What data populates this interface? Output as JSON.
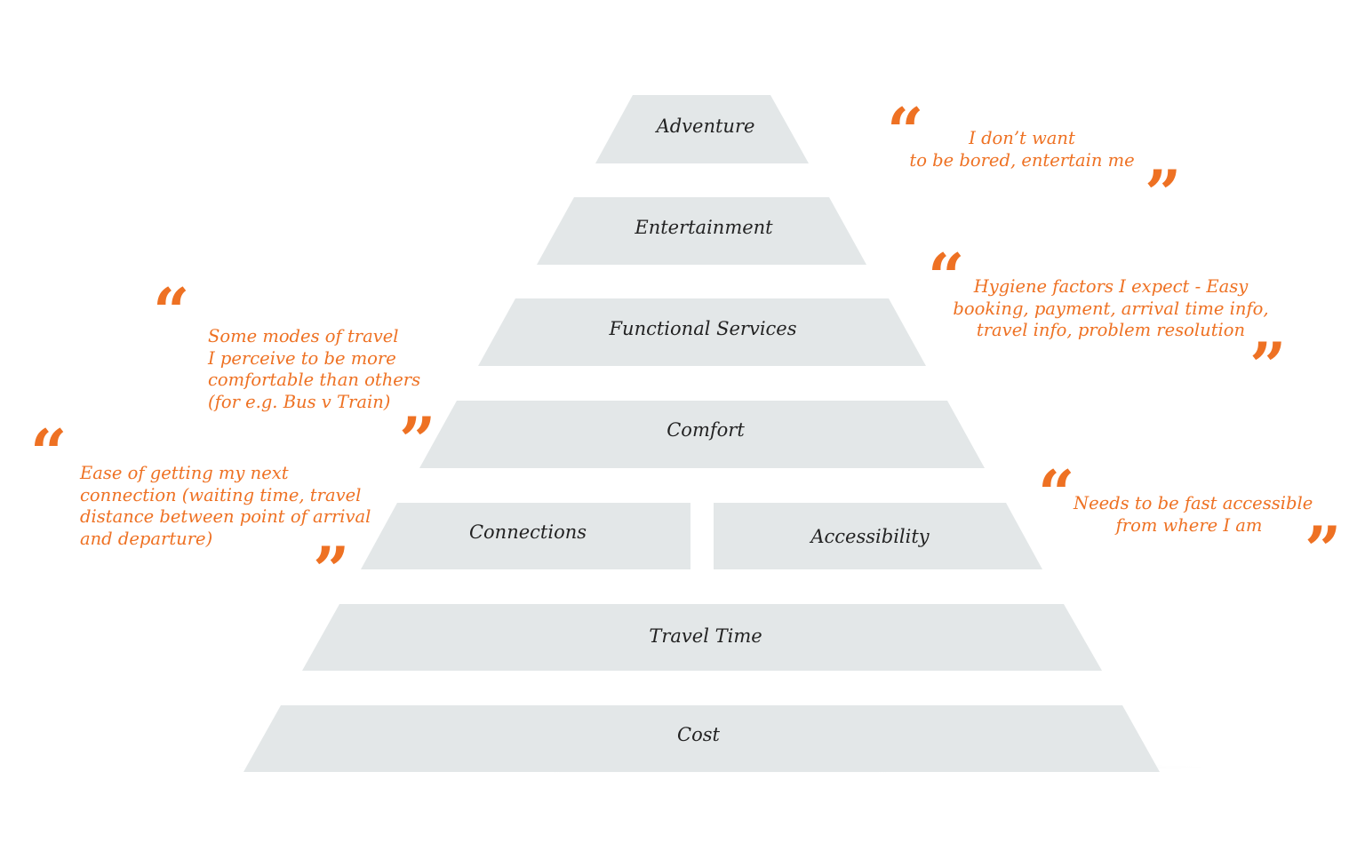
{
  "tiers": {
    "adventure": "Adventure",
    "entertainment": "Entertainment",
    "functional_services": "Functional Services",
    "comfort": "Comfort",
    "connections": "Connections",
    "accessibility": "Accessibility",
    "travel_time": "Travel Time",
    "cost": "Cost"
  },
  "quotes": {
    "adventure": [
      "I don’t want",
      "to be bored, entertain me"
    ],
    "functional": [
      "Hygiene factors I expect - Easy",
      "booking, payment, arrival time info,",
      "travel info, problem resolution"
    ],
    "comfort": [
      "Some modes of travel",
      "I perceive to be more",
      "comfortable than others",
      "(for e.g. Bus v Train)"
    ],
    "connections": [
      "Ease of getting my next",
      "connection (waiting time, travel",
      "distance between point of arrival",
      "and departure)"
    ],
    "accessibility": [
      "Needs to be fast accessible",
      "from where I am"
    ]
  },
  "quote_marks": {
    "open": "“",
    "close": "”"
  },
  "colors": {
    "tier_fill": "#e3e7e8",
    "tier_text": "#222222",
    "accent": "#ee7123"
  }
}
